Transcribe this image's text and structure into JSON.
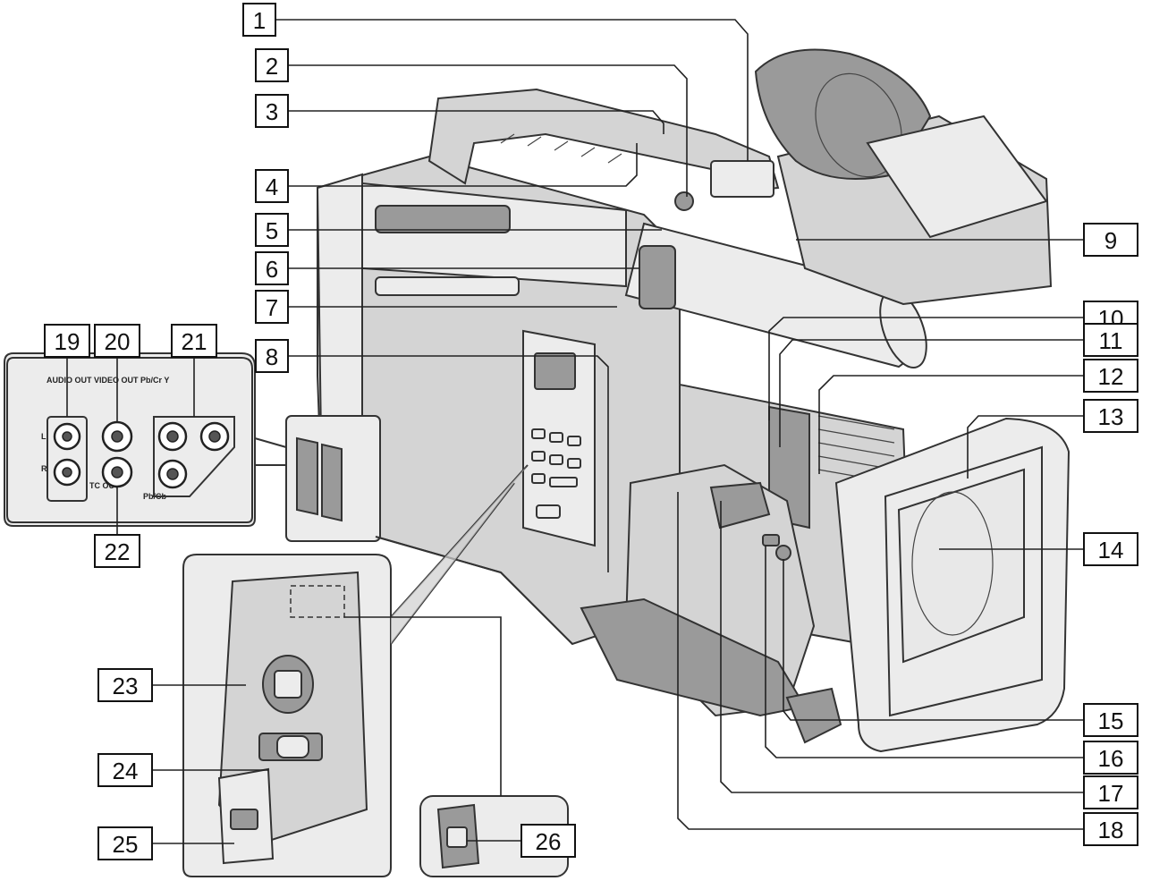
{
  "callouts": {
    "c1": "1",
    "c2": "2",
    "c3": "3",
    "c4": "4",
    "c5": "5",
    "c6": "6",
    "c7": "7",
    "c8": "8",
    "c9": "9",
    "c10": "10",
    "c11": "11",
    "c12": "12",
    "c13": "13",
    "c14": "14",
    "c15": "15",
    "c16": "16",
    "c17": "17",
    "c18": "18",
    "c19": "19",
    "c20": "20",
    "c21": "21",
    "c22": "22",
    "c23": "23",
    "c24": "24",
    "c25": "25",
    "c26": "26"
  },
  "connector_panel": {
    "audio_video_label": "AUDIO OUT VIDEO OUT Pb/Cr Y",
    "l_label": "L",
    "r_label": "R",
    "tc_out_label": "TC OUT",
    "pb_cb_label": "Pb/Cb"
  }
}
